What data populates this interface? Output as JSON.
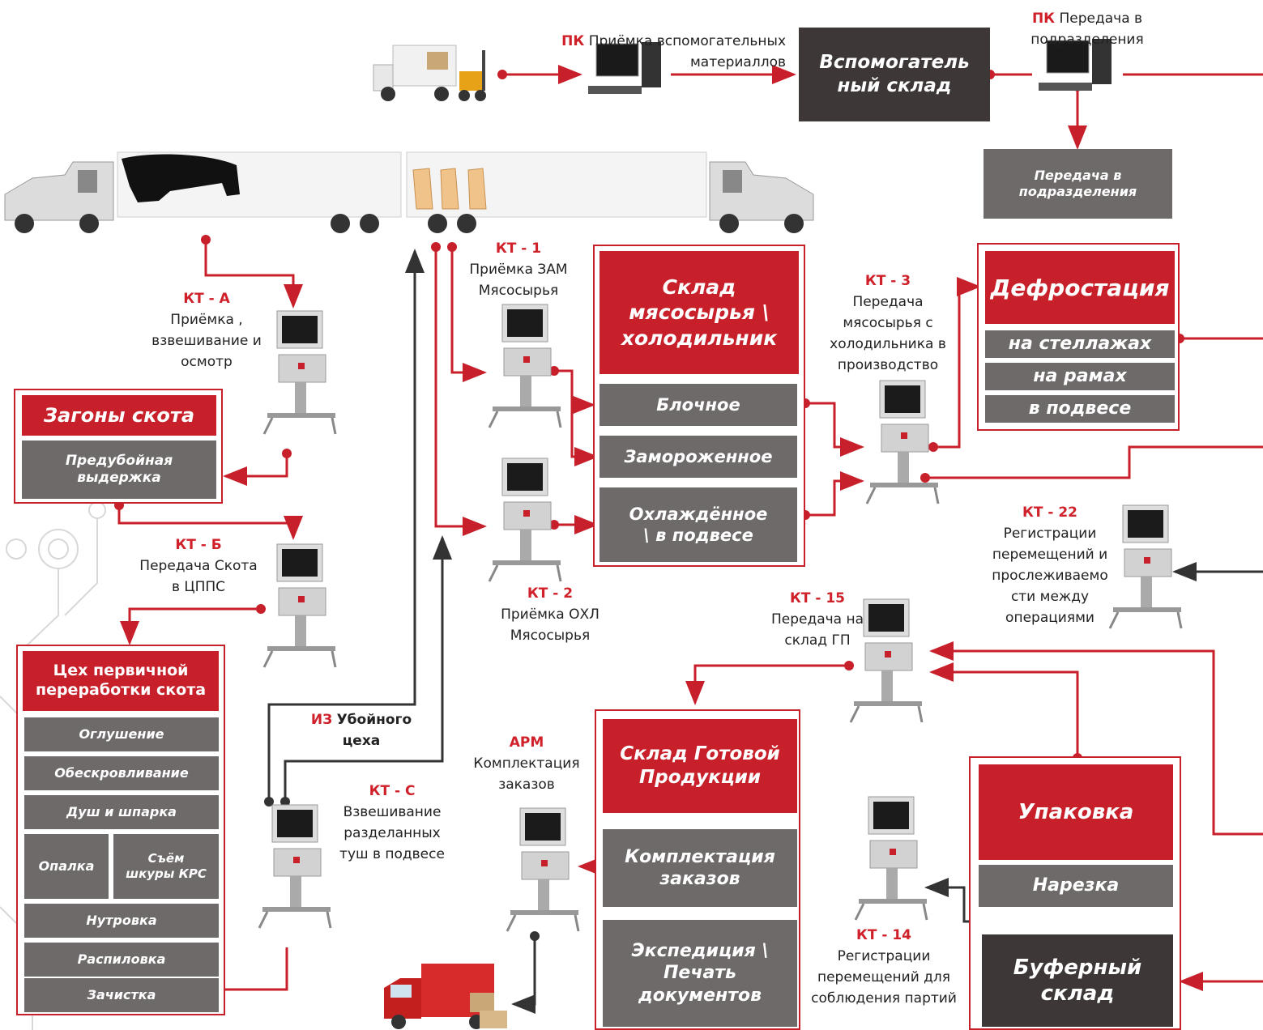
{
  "top": {
    "pk1_code": "ПК",
    "pk1_text": "Приёмка вспомогательных материаллов",
    "aux_warehouse": "Вспомогатель ный склад",
    "pk2_code": "ПК",
    "pk2_text": "Передача в подразделения",
    "transfer_box": "Передача в подразделения"
  },
  "kt_a": {
    "code": "КТ - А",
    "text": "Приёмка , взвешивание и осмотр"
  },
  "pens": {
    "title": "Загоны скота",
    "sub": "Предубойная выдержка"
  },
  "kt_b": {
    "code": "КТ - Б",
    "text": "Передача Скота в ЦППС"
  },
  "shop": {
    "title": "Цех первичной переработки скота",
    "ops": [
      "Оглушение",
      "Обескровливание",
      "Душ и шпарка",
      "Опалка",
      "Съём шкуры КРС",
      "Нутровка",
      "Распиловка",
      "Зачистка"
    ]
  },
  "from_slaughter": {
    "code": "ИЗ",
    "text": "Убойного цеха"
  },
  "kt_c": {
    "code": "КТ - С",
    "text": "Взвешивание разделанных туш в подвесе"
  },
  "kt_1": {
    "code": "КТ - 1",
    "text": "Приёмка ЗАМ Мясосырья"
  },
  "kt_2": {
    "code": "КТ - 2",
    "text": "Приёмка ОХЛ Мясосырья"
  },
  "meat_store": {
    "title": "Склад мясосырья \\ холодильник",
    "items": [
      "Блочное",
      "Замороженное",
      "Охлаждённое \\ в подвесе"
    ]
  },
  "kt_3": {
    "code": "КТ - 3",
    "text": "Передача мясосырья с холодильника в производство"
  },
  "defrost": {
    "title": "Дефростация",
    "items": [
      "на стеллажах",
      "на рамах",
      "в подвесе"
    ]
  },
  "kt_22": {
    "code": "КТ - 22",
    "text": "Регистрации перемещений и прослеживаемо сти между операциями"
  },
  "kt_15": {
    "code": "КТ - 15",
    "text": "Передача на склад ГП"
  },
  "arm": {
    "code": "АРМ",
    "text": "Комплектация заказов"
  },
  "gp_store": {
    "title": "Склад Готовой Продукции",
    "items": [
      "Комплектация заказов",
      "Экспедиция \\ Печать документов"
    ]
  },
  "pack": {
    "title": "Упаковка",
    "items": [
      "Нарезка"
    ]
  },
  "kt_14": {
    "code": "КТ - 14",
    "text": "Регистрации перемещений для соблюдения партий"
  },
  "buffer": {
    "title": "Буферный склад"
  },
  "colors": {
    "accent": "#c8202a",
    "gray_box": "#6d6a69",
    "dark_box": "#3d3837",
    "connector_dark": "#333333"
  }
}
